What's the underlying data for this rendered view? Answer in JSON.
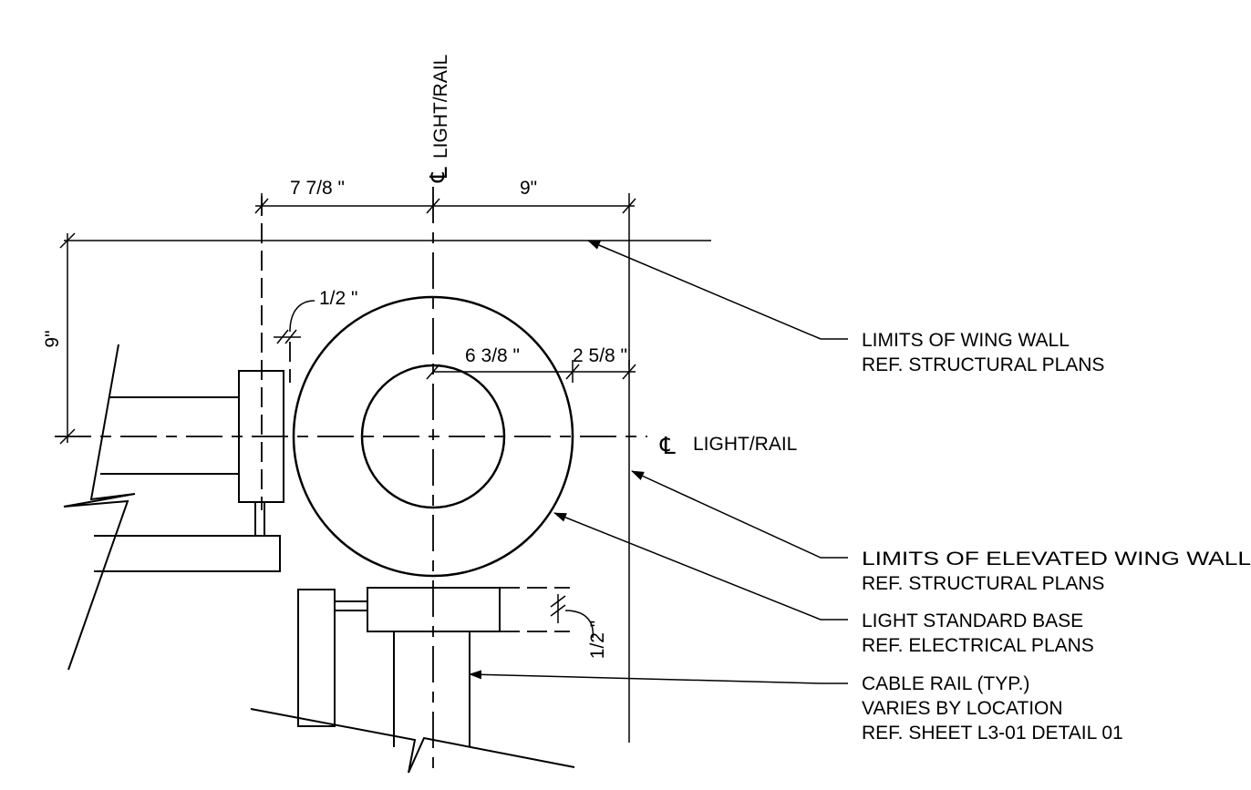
{
  "dimensions": {
    "left_offset": "7 7/8 \"",
    "right_offset": "9\"",
    "vertical_offset": "9\"",
    "gap_top": "1/2 \"",
    "radius": "6 3/8 \"",
    "ring": "2 5/8 \"",
    "gap_bottom": "1/2 \""
  },
  "centerlines": {
    "symbol": "℄",
    "vertical_label": "LIGHT/RAIL",
    "horizontal_label": "LIGHT/RAIL"
  },
  "callouts": [
    {
      "line1": "LIMITS OF WING WALL",
      "line2": "REF. STRUCTURAL PLANS"
    },
    {
      "line1": "LIMITS OF ELEVATED WING WALL",
      "line2": "REF. STRUCTURAL PLANS"
    },
    {
      "line1": "LIGHT STANDARD BASE",
      "line2": "REF. ELECTRICAL PLANS"
    },
    {
      "line1": "CABLE RAIL (TYP.)",
      "line2": "VARIES BY LOCATION",
      "line3": "REF. SHEET L3-01 DETAIL 01"
    }
  ]
}
